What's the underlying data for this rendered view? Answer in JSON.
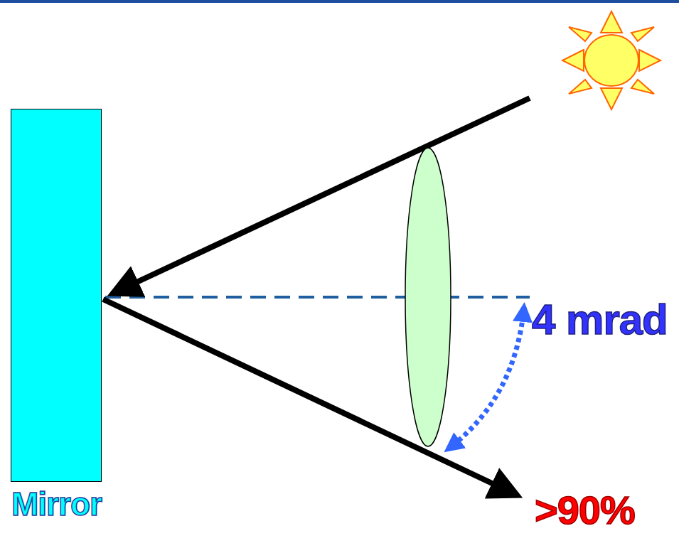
{
  "diagram": {
    "nodes": [
      {
        "text": [
          "Mirror"
        ]
      }
    ],
    "labels": [
      "4 mrad",
      ">90%"
    ]
  }
}
